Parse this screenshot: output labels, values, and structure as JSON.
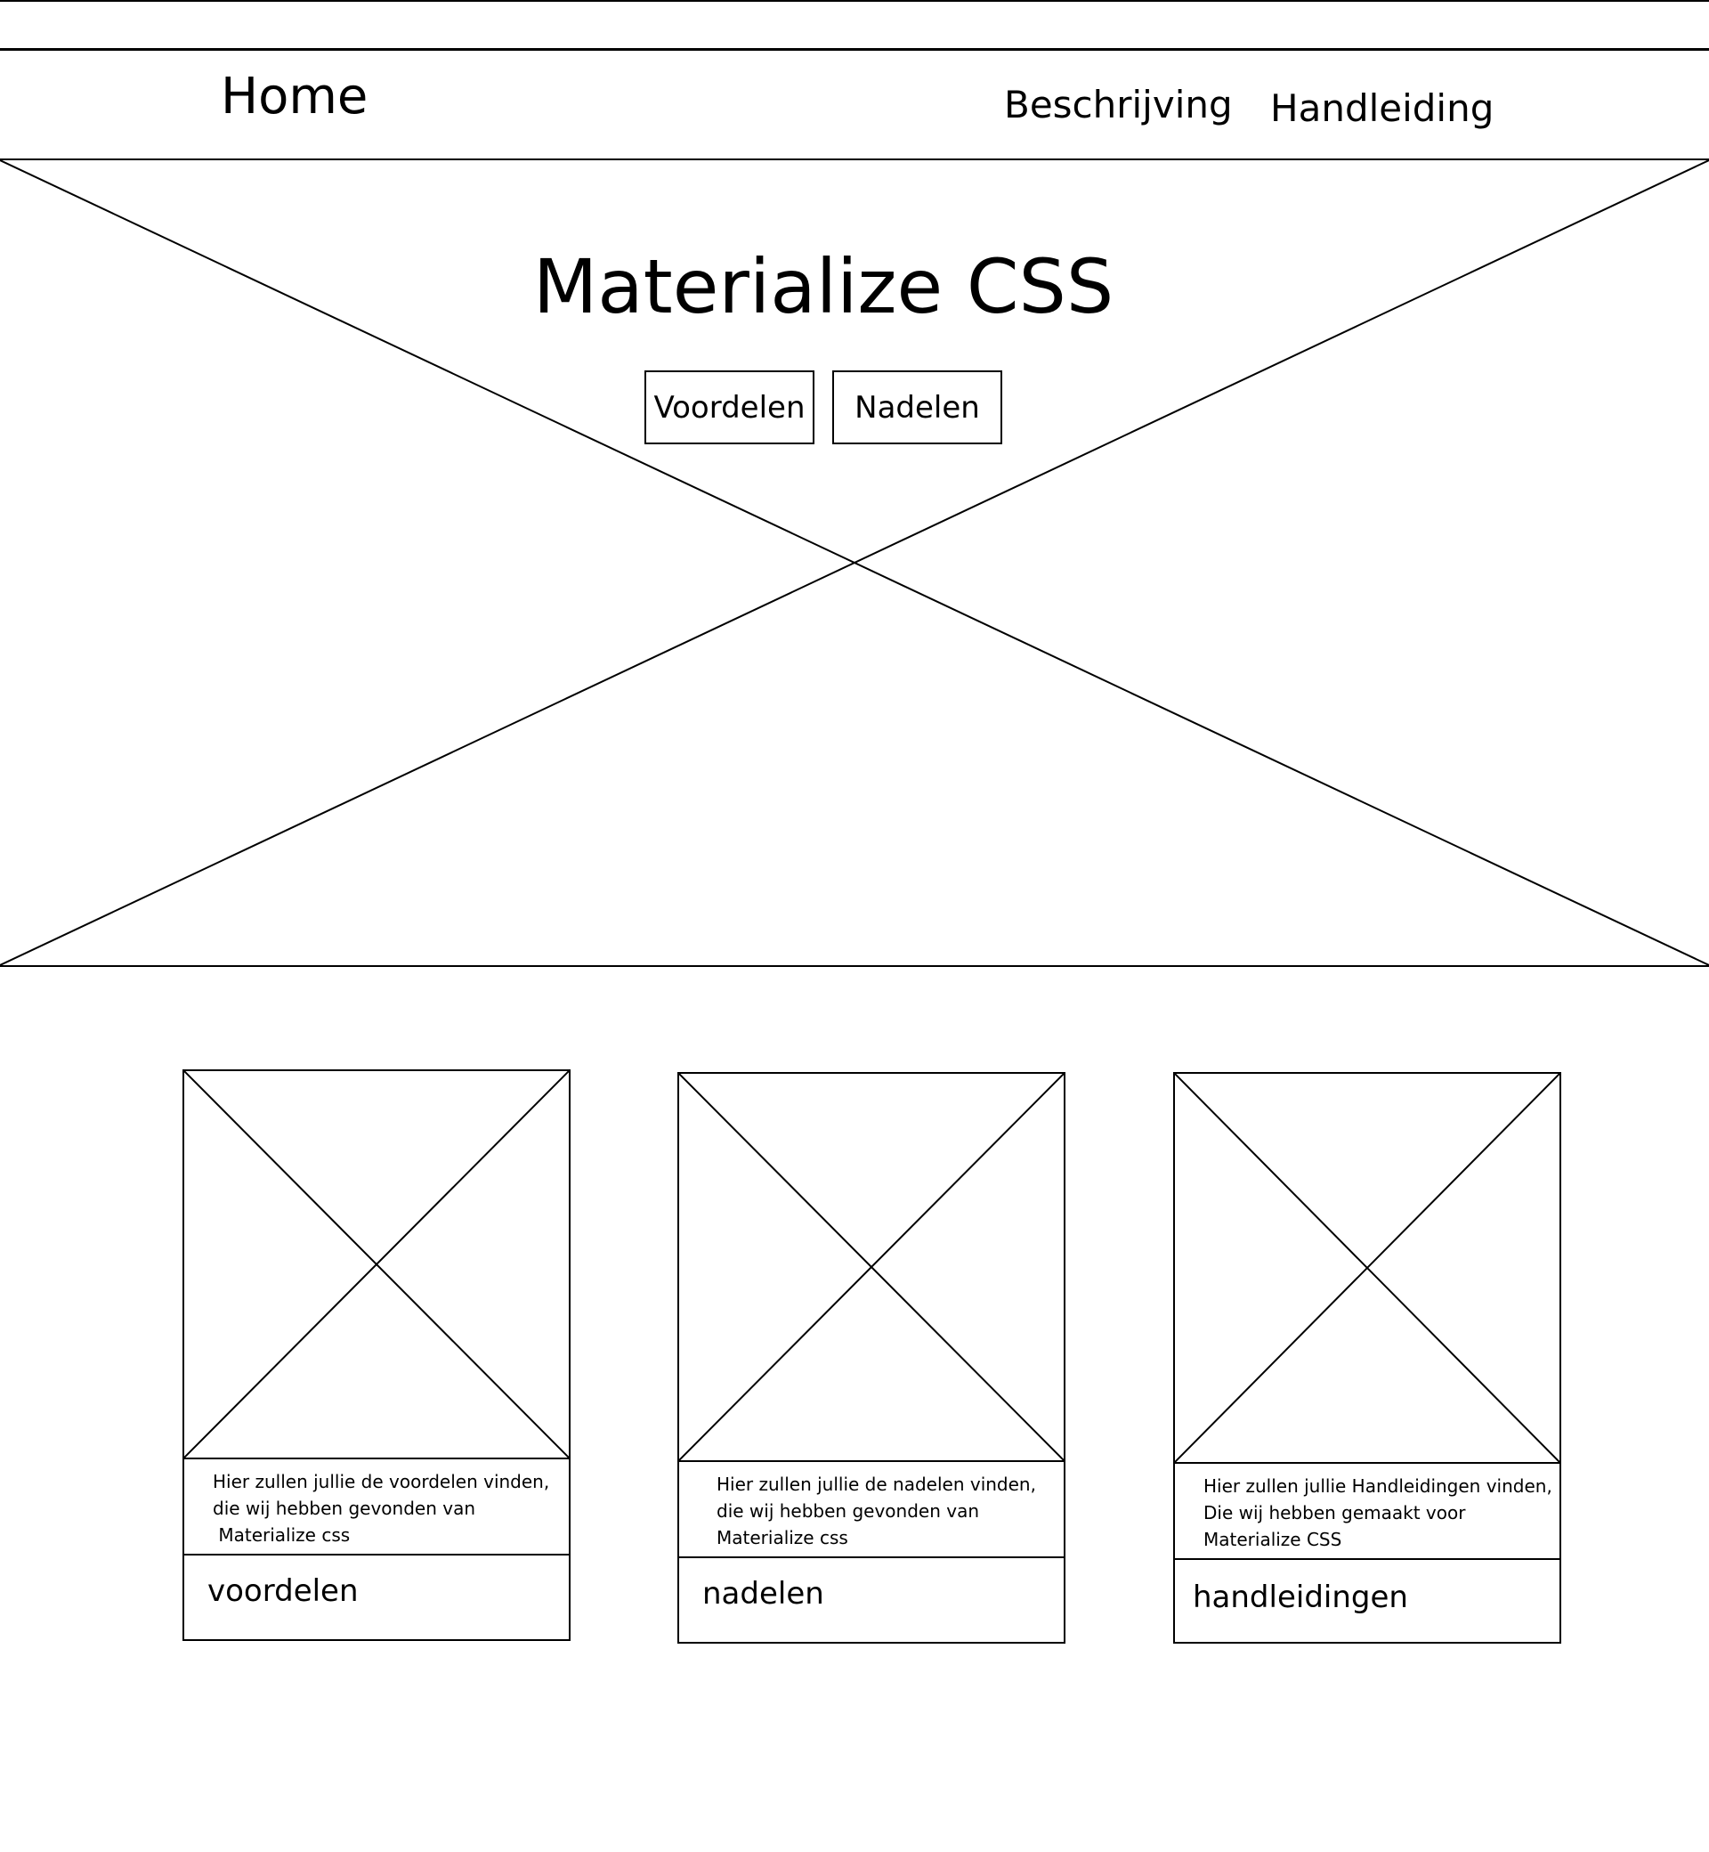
{
  "nav": {
    "home": "Home",
    "beschrijving": "Beschrijving",
    "handleiding": "Handleiding"
  },
  "hero": {
    "title": "Materialize CSS",
    "buttons": {
      "voordelen": "Voordelen",
      "nadelen": "Nadelen"
    }
  },
  "cards": [
    {
      "text": [
        "Hier zullen jullie de voordelen vinden,",
        "die wij hebben gevonden van",
        " Materialize css"
      ],
      "label": "voordelen"
    },
    {
      "text": [
        "Hier zullen jullie de nadelen vinden,",
        "die wij hebben gevonden van",
        "Materialize css"
      ],
      "label": "nadelen"
    },
    {
      "text": [
        "Hier zullen jullie Handleidingen vinden,",
        "Die wij hebben gemaakt voor",
        "Materialize CSS"
      ],
      "label": "handleidingen"
    }
  ],
  "icons": {
    "placeholder": "image-placeholder-icon"
  },
  "colors": {
    "line": "#000000",
    "background": "#ffffff"
  }
}
